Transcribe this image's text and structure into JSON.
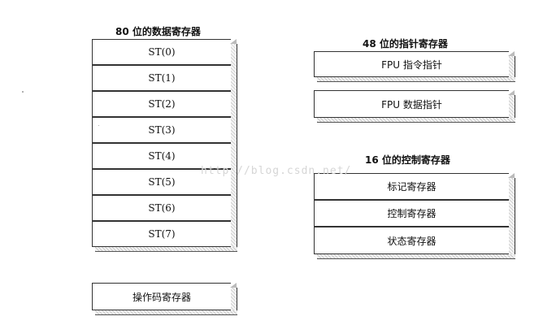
{
  "fpu_data_registers": {
    "title": "80 位的数据寄存器",
    "items": [
      "ST(0)",
      "ST(1)",
      "ST(2)",
      "ST(3)",
      "ST(4)",
      "ST(5)",
      "ST(6)",
      "ST(7)"
    ]
  },
  "pointer_registers": {
    "title": "48 位的指针寄存器",
    "items": [
      "FPU 指令指针",
      "FPU 数据指针"
    ]
  },
  "control_registers": {
    "title": "16 位的控制寄存器",
    "items": [
      "标记寄存器",
      "控制寄存器",
      "状态寄存器"
    ]
  },
  "opcode_register": {
    "label": "操作码寄存器"
  },
  "watermark": "http://blog.csdn.net/"
}
